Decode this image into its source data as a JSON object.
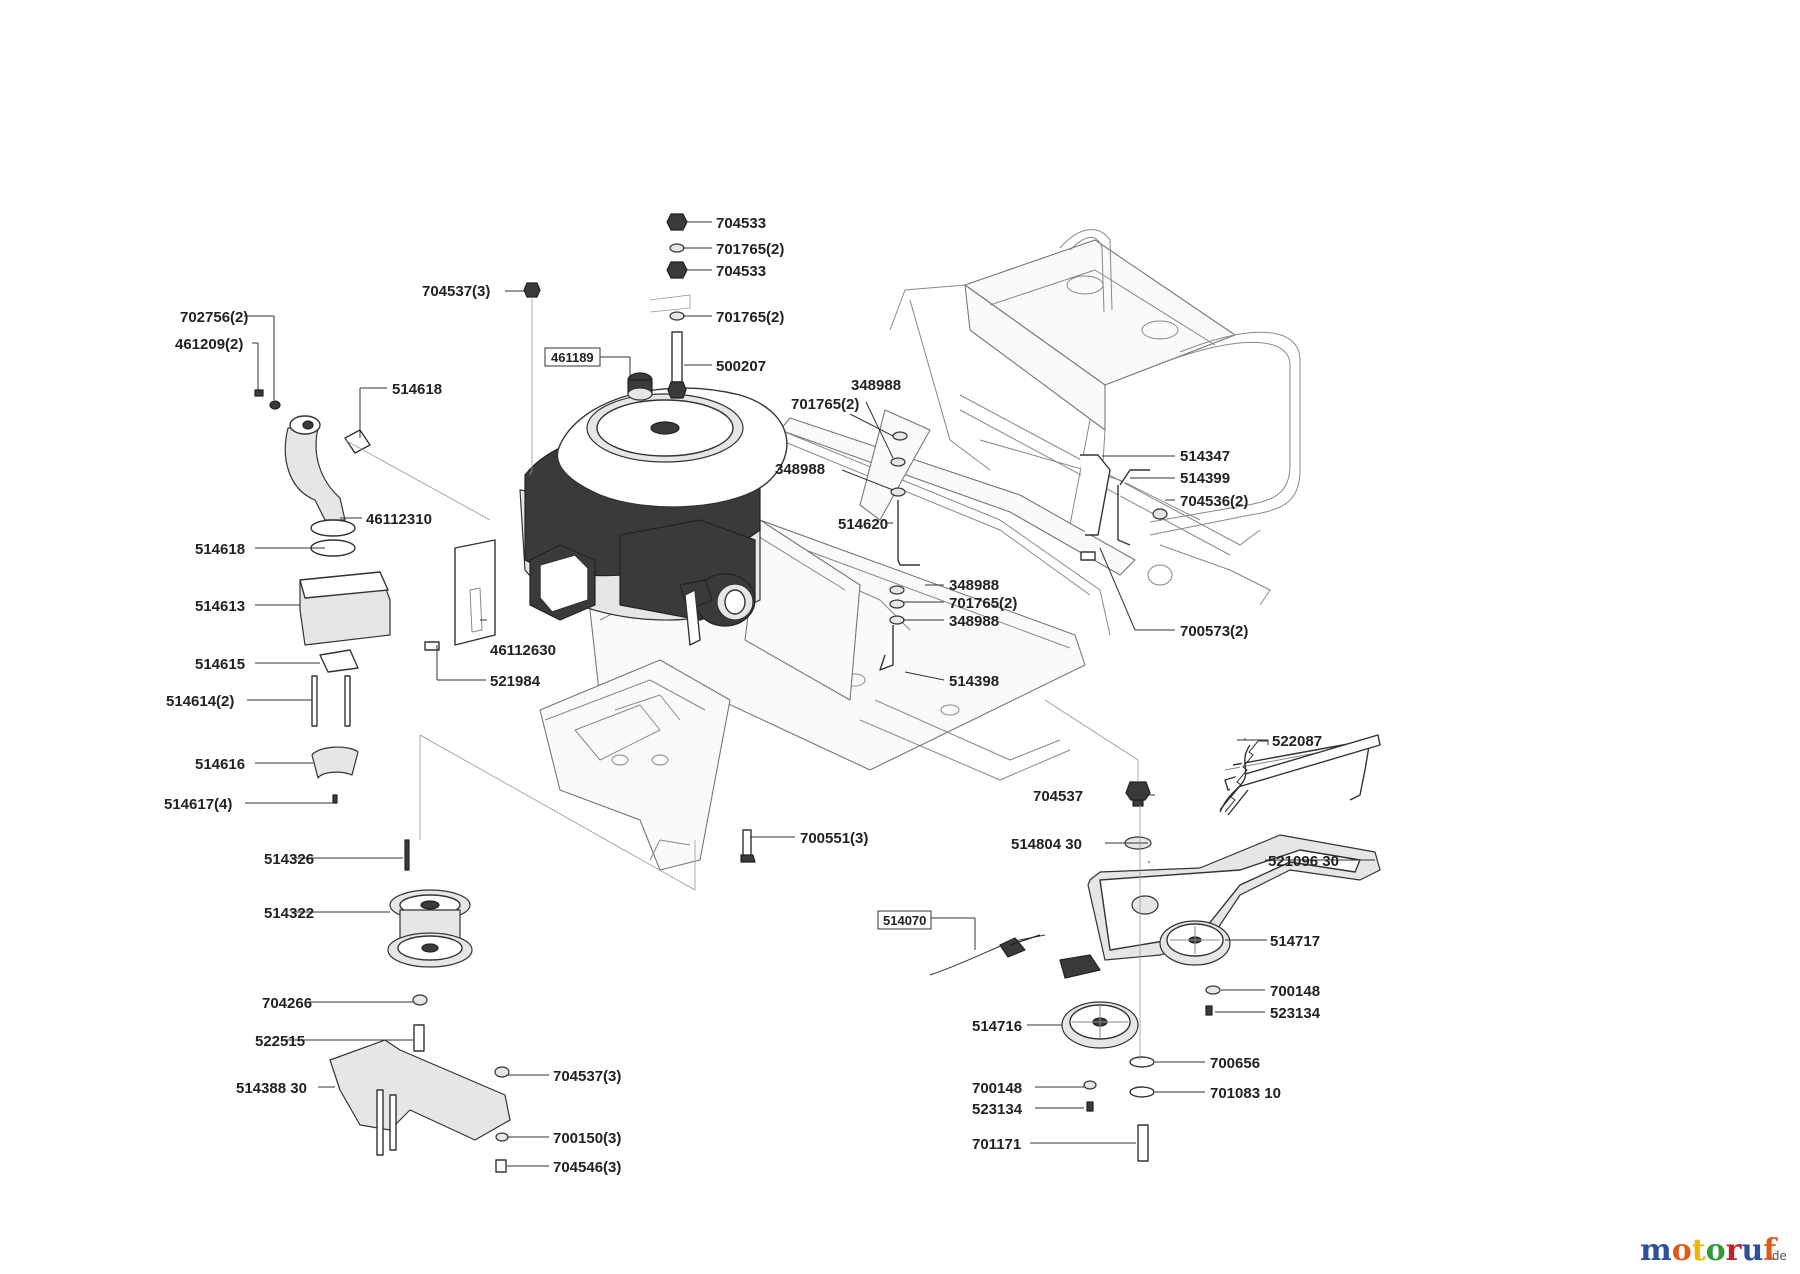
{
  "brand": {
    "logo_letters": [
      "m",
      "o",
      "t",
      "o",
      "r",
      "u",
      "f"
    ],
    "suffix": ".de"
  },
  "brand_colors": [
    "#2f4f9a",
    "#e05a1c",
    "#f2b400",
    "#2f9a3a",
    "#c0202a",
    "#2f4f9a",
    "#e05a1c"
  ],
  "labels": [
    {
      "id": "l01",
      "text": "704533"
    },
    {
      "id": "l02",
      "text": "701765(2)"
    },
    {
      "id": "l03",
      "text": "704533"
    },
    {
      "id": "l04",
      "text": "704537(3)"
    },
    {
      "id": "l05",
      "text": "701765(2)"
    },
    {
      "id": "l06",
      "text": "702756(2)"
    },
    {
      "id": "l07",
      "text": "461209(2)"
    },
    {
      "id": "l08",
      "text": "461189",
      "boxed": true
    },
    {
      "id": "l09",
      "text": "500207"
    },
    {
      "id": "l10",
      "text": "514618"
    },
    {
      "id": "l11",
      "text": "348988"
    },
    {
      "id": "l12",
      "text": "701765(2)"
    },
    {
      "id": "l13",
      "text": "348988"
    },
    {
      "id": "l14",
      "text": "514347"
    },
    {
      "id": "l15",
      "text": "514399"
    },
    {
      "id": "l16",
      "text": "704536(2)"
    },
    {
      "id": "l17",
      "text": "46112310"
    },
    {
      "id": "l18",
      "text": "514620"
    },
    {
      "id": "l19",
      "text": "514618"
    },
    {
      "id": "l20",
      "text": "514613"
    },
    {
      "id": "l21",
      "text": "348988"
    },
    {
      "id": "l22",
      "text": "701765(2)"
    },
    {
      "id": "l23",
      "text": "348988"
    },
    {
      "id": "l24",
      "text": "700573(2)"
    },
    {
      "id": "l25",
      "text": "46112630"
    },
    {
      "id": "l26",
      "text": "514615"
    },
    {
      "id": "l27",
      "text": "521984"
    },
    {
      "id": "l28",
      "text": "514398"
    },
    {
      "id": "l29",
      "text": "514614(2)"
    },
    {
      "id": "l30",
      "text": "522087"
    },
    {
      "id": "l31",
      "text": "514616"
    },
    {
      "id": "l32",
      "text": "704537"
    },
    {
      "id": "l33",
      "text": "514617(4)"
    },
    {
      "id": "l34",
      "text": "700551(3)"
    },
    {
      "id": "l35",
      "text": "514804 30"
    },
    {
      "id": "l36",
      "text": "514326"
    },
    {
      "id": "l37",
      "text": "521096 30"
    },
    {
      "id": "l38",
      "text": "514322"
    },
    {
      "id": "l39",
      "text": "514070",
      "boxed": true
    },
    {
      "id": "l40",
      "text": "514717"
    },
    {
      "id": "l41",
      "text": "700148"
    },
    {
      "id": "l42",
      "text": "704266"
    },
    {
      "id": "l43",
      "text": "523134"
    },
    {
      "id": "l44",
      "text": "522515"
    },
    {
      "id": "l45",
      "text": "514716"
    },
    {
      "id": "l46",
      "text": "514388 30"
    },
    {
      "id": "l47",
      "text": "704537(3)"
    },
    {
      "id": "l48",
      "text": "700656"
    },
    {
      "id": "l49",
      "text": "700148"
    },
    {
      "id": "l50",
      "text": "701083 10"
    },
    {
      "id": "l51",
      "text": "523134"
    },
    {
      "id": "l52",
      "text": "700150(3)"
    },
    {
      "id": "l53",
      "text": "701171"
    },
    {
      "id": "l54",
      "text": "704546(3)"
    }
  ]
}
